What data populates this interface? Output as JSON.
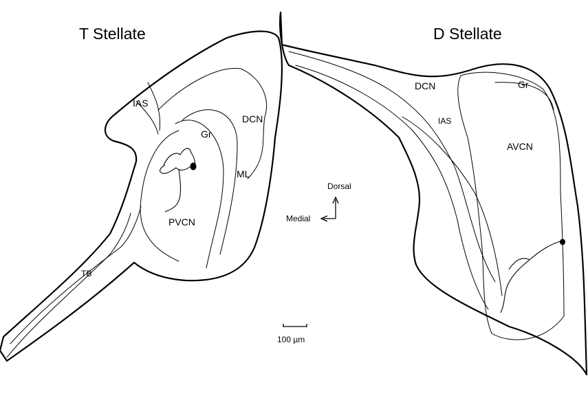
{
  "panels": {
    "left": {
      "title": "T Stellate",
      "labels": {
        "ias": "IAS",
        "dcn": "DCN",
        "gr": "Gr",
        "ml": "ML",
        "pvcn": "PVCN",
        "tb": "TB"
      }
    },
    "right": {
      "title": "D Stellate",
      "labels": {
        "dcn": "DCN",
        "gr": "Gr",
        "ias": "IAS",
        "avcn": "AVCN"
      }
    }
  },
  "orientation": {
    "dorsal": "Dorsal",
    "medial": "Medial"
  },
  "scale_bar": {
    "label": "100 µm"
  }
}
